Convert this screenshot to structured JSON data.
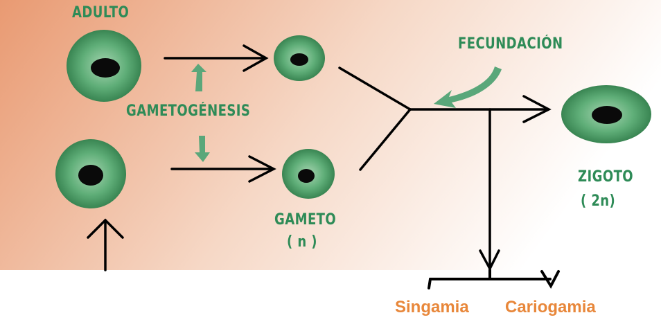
{
  "labels": {
    "adulto": "ADULTO",
    "gametogenesis": "GAMETOGÉNESIS",
    "fecundacion": "FECUNDACIÓN",
    "gameto": "GAMETO",
    "gameto_ploidy": "( n )",
    "zigoto": "ZIGOTO",
    "zigoto_ploidy": "( 2n)",
    "singamia": "Singamia",
    "cariogamia": "Cariogamia"
  },
  "colors": {
    "background_gradient_start": "#e9a07a",
    "background_gradient_end": "#ffffff",
    "cell_fill": "#4f9e6a",
    "cell_edge": "#2f7a48",
    "nucleus": "#0a0a0a",
    "label_green": "#2e8b57",
    "label_orange": "#e8873a",
    "line": "#000000"
  },
  "icons": [
    "arrow-right-icon",
    "arrow-up-icon",
    "arrow-down-icon",
    "curved-arrow-icon"
  ]
}
